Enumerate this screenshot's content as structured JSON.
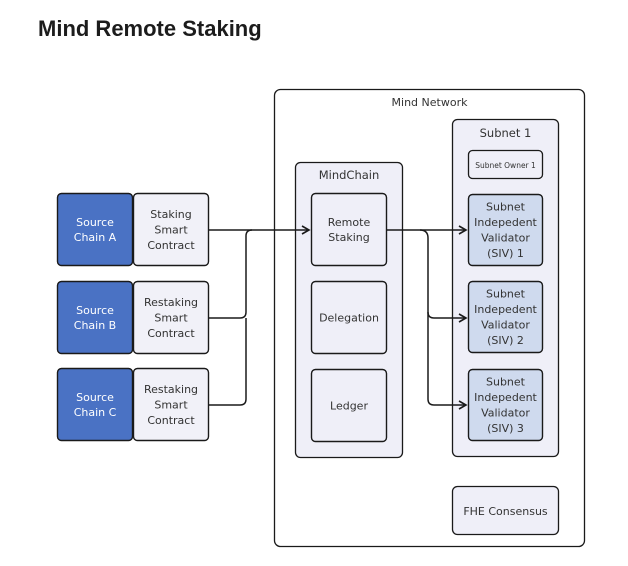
{
  "title": "Mind Remote Staking",
  "colors": {
    "source_chain_fill": "#4a72c4",
    "contract_fill": "#f1f1f8",
    "container_fill": "#efeff8",
    "siv_fill": "#cfdaee",
    "border": "#1a1a1a",
    "text": "#333333",
    "text_light": "#ffffff"
  },
  "sources": [
    {
      "chain": [
        "Source",
        "Chain A"
      ],
      "contract": [
        "Staking",
        "Smart",
        "Contract"
      ]
    },
    {
      "chain": [
        "Source",
        "Chain B"
      ],
      "contract": [
        "Restaking",
        "Smart",
        "Contract"
      ]
    },
    {
      "chain": [
        "Source",
        "Chain C"
      ],
      "contract": [
        "Restaking",
        "Smart",
        "Contract"
      ]
    }
  ],
  "network": {
    "label": "Mind Network",
    "mindchain": {
      "label": "MindChain",
      "modules": [
        [
          "Remote",
          "Staking"
        ],
        [
          "Delegation"
        ],
        [
          "Ledger"
        ]
      ]
    },
    "subnet": {
      "label": "Subnet 1",
      "owner": "Subnet Owner 1",
      "validators": [
        [
          "Subnet",
          "Indepedent",
          "Validator",
          "(SIV) 1"
        ],
        [
          "Subnet",
          "Indepedent",
          "Validator",
          "(SIV) 2"
        ],
        [
          "Subnet",
          "Indepedent",
          "Validator",
          "(SIV) 3"
        ]
      ]
    },
    "consensus": "FHE Consensus"
  }
}
